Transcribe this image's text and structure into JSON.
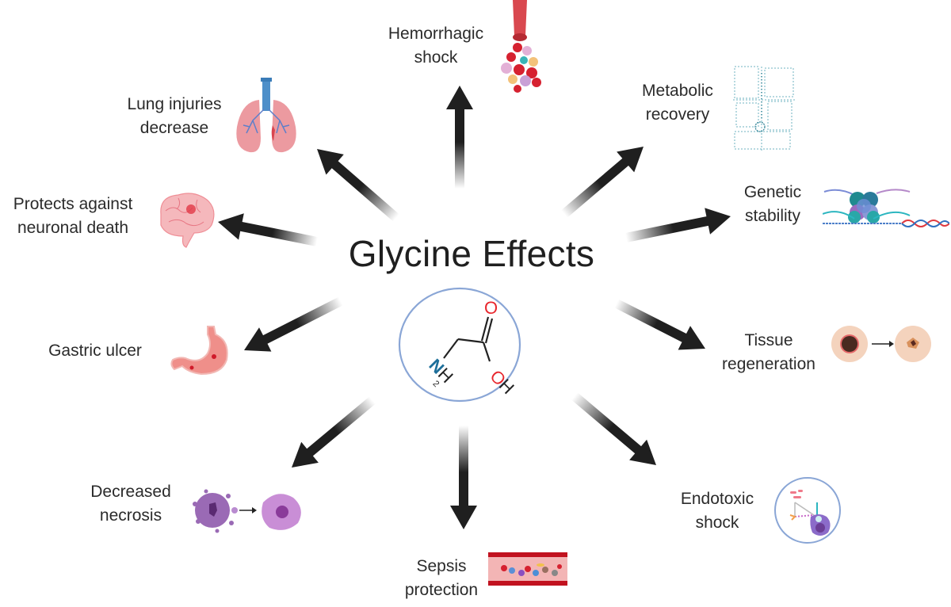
{
  "diagram": {
    "title": "Glycine Effects",
    "center_molecule": {
      "name": "glycine",
      "amine_label": "N",
      "amine_h": "H",
      "amine_sub": "2",
      "carbonyl_o": "O",
      "hydroxyl": "OH",
      "colors": {
        "nitrogen": "#1d6f9a",
        "oxygen": "#e8262d",
        "bond": "#222222",
        "ring": "#8aa6d6"
      }
    },
    "effects": [
      {
        "id": "hemorrhagic-shock",
        "lines": [
          "Hemorrhagic",
          "shock"
        ],
        "icon": "blood-vessel-cells-icon"
      },
      {
        "id": "metabolic-recovery",
        "lines": [
          "Metabolic",
          "recovery"
        ],
        "icon": "metabolic-map-icon"
      },
      {
        "id": "genetic-stability",
        "lines": [
          "Genetic",
          "stability"
        ],
        "icon": "nucleosome-dna-icon"
      },
      {
        "id": "tissue-regeneration",
        "lines": [
          "Tissue",
          "regeneration"
        ],
        "icon": "wound-healing-icon"
      },
      {
        "id": "endotoxic-shock",
        "lines": [
          "Endotoxic",
          "shock"
        ],
        "icon": "macrophage-lps-icon"
      },
      {
        "id": "sepsis-protection",
        "lines": [
          "Sepsis",
          "protection"
        ],
        "icon": "blood-vessel-icon"
      },
      {
        "id": "decreased-necrosis",
        "lines": [
          "Decreased",
          "necrosis"
        ],
        "icon": "necrotic-cell-icon"
      },
      {
        "id": "gastric-ulcer",
        "lines": [
          "Gastric ulcer"
        ],
        "icon": "stomach-icon"
      },
      {
        "id": "neuronal-death",
        "lines": [
          "Protects against",
          "neuronal death"
        ],
        "icon": "brain-icon"
      },
      {
        "id": "lung-injuries",
        "lines": [
          "Lung injuries",
          "decrease"
        ],
        "icon": "lungs-icon"
      }
    ]
  }
}
